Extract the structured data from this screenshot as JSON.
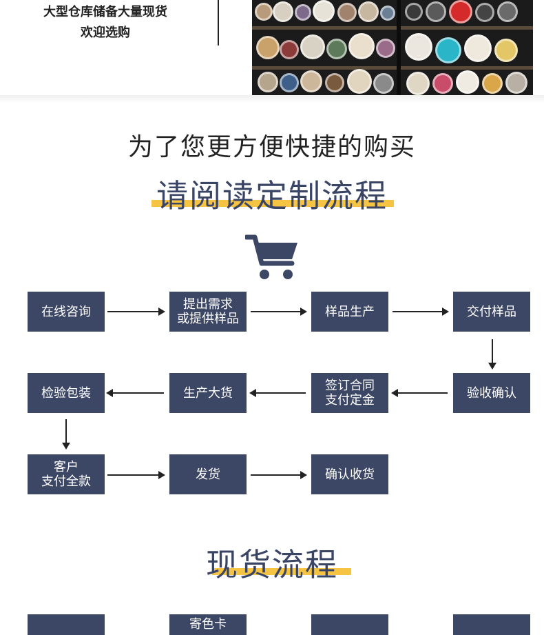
{
  "header": {
    "line1": "大型仓库储备大量现货",
    "line2": "欢迎选购"
  },
  "section_custom": {
    "subtitle": "为了您更方便快捷的购买",
    "title": "请阅读定制流程",
    "icon": "shopping-cart-icon",
    "steps": [
      "在线咨询",
      "提出需求\n或提供样品",
      "样品生产",
      "交付样品",
      "验收确认",
      "签订合同\n支付定金",
      "生产大货",
      "检验包装",
      "客户\n支付全款",
      "发货",
      "确认收货"
    ]
  },
  "section_stock": {
    "title": "现货流程",
    "partial_steps": [
      "",
      "寄色卡",
      "",
      ""
    ]
  },
  "colors": {
    "box": "#3c4665",
    "title": "#3a4566",
    "underline": "#f5c443"
  }
}
